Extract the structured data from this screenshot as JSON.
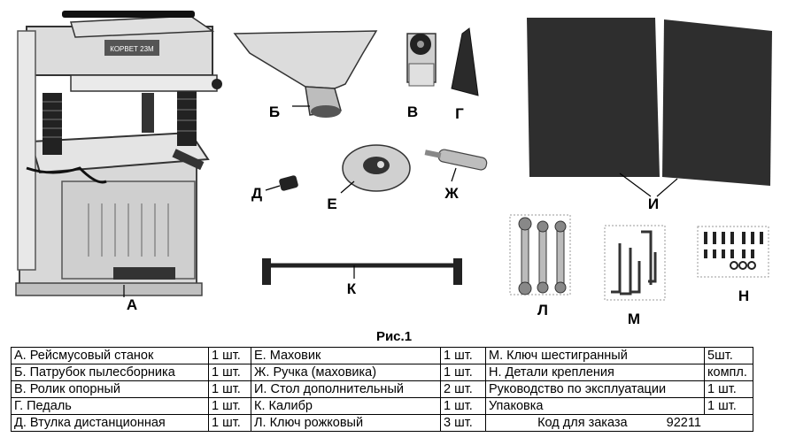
{
  "figure": {
    "labels": {
      "a": "А",
      "b": "Б",
      "v": "В",
      "g": "Г",
      "d": "Д",
      "e": "Е",
      "zh": "Ж",
      "i": "И",
      "k": "К",
      "l": "Л",
      "m": "М",
      "n": "Н"
    },
    "machine_plate": "КОРВЕТ 23М"
  },
  "caption": "Рис.1",
  "table": {
    "rows": [
      [
        "А. Рейсмусовый станок",
        "1 шт.",
        "Е. Маховик",
        "1 шт.",
        "М. Ключ шестигранный",
        "5шт."
      ],
      [
        "Б. Патрубок пылесборника",
        "1 шт.",
        "Ж. Ручка (маховика)",
        "1 шт.",
        "Н. Детали крепления",
        "компл."
      ],
      [
        "В. Ролик опорный",
        "1 шт.",
        "И. Стол дополнительный",
        "2 шт.",
        "Руководство по эксплуатации",
        "1 шт."
      ],
      [
        "Г. Педаль",
        "1 шт.",
        "К. Калибр",
        "1 шт.",
        "Упаковка",
        "1 шт."
      ],
      [
        "Д. Втулка дистанционная",
        "1 шт.",
        "Л. Ключ рожковый",
        "3 шт."
      ]
    ],
    "order_label": "Код для заказа",
    "order_code": "92211"
  }
}
